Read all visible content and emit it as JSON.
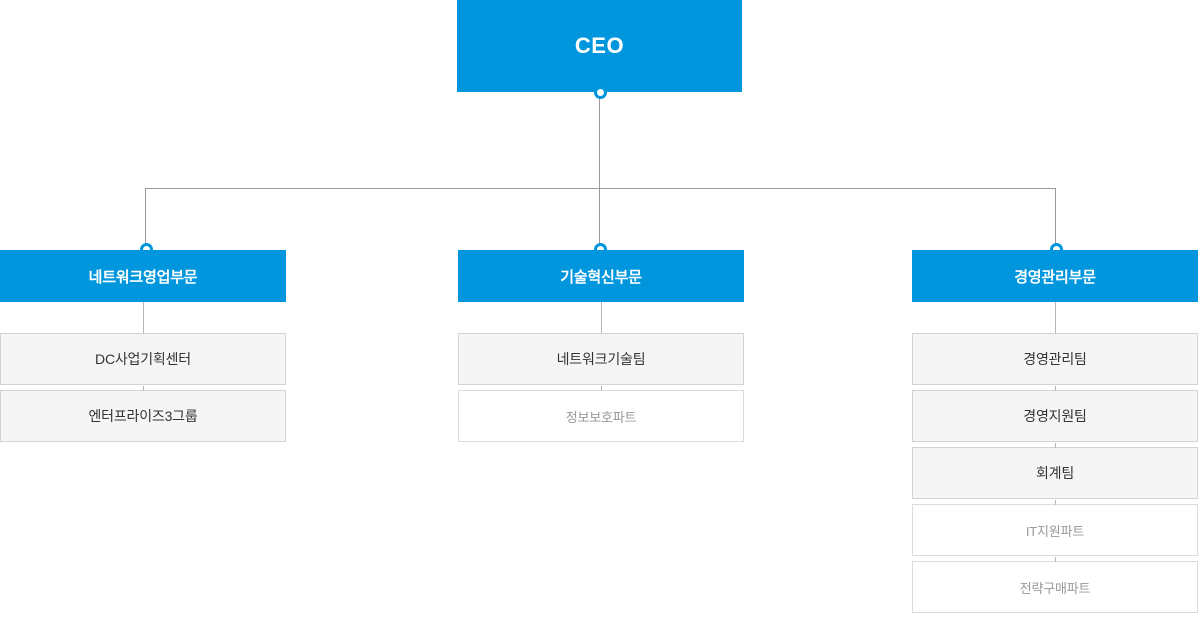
{
  "theme": {
    "brand_color": "#0096DD",
    "team_bg": "#f5f5f5",
    "team_border": "#d4d4d4",
    "team_text": "#333333",
    "part_bg": "#ffffff",
    "part_border": "#dcdcdc",
    "part_text": "#999999",
    "line_color": "#9a9a9a",
    "page_bg": "#ffffff"
  },
  "root": {
    "label": "CEO"
  },
  "departments": [
    {
      "label": "네트워크영업부문",
      "units": [
        {
          "label": "DC사업기획센터",
          "level": "team"
        },
        {
          "label": "엔터프라이즈3그룹",
          "level": "team"
        }
      ]
    },
    {
      "label": "기술혁신부문",
      "units": [
        {
          "label": "네트워크기술팀",
          "level": "team"
        },
        {
          "label": "정보보호파트",
          "level": "part"
        }
      ]
    },
    {
      "label": "경영관리부문",
      "units": [
        {
          "label": "경영관리팀",
          "level": "team"
        },
        {
          "label": "경영지원팀",
          "level": "team"
        },
        {
          "label": "회계팀",
          "level": "team"
        },
        {
          "label": "IT지원파트",
          "level": "part"
        },
        {
          "label": "전략구매파트",
          "level": "part"
        }
      ]
    }
  ]
}
